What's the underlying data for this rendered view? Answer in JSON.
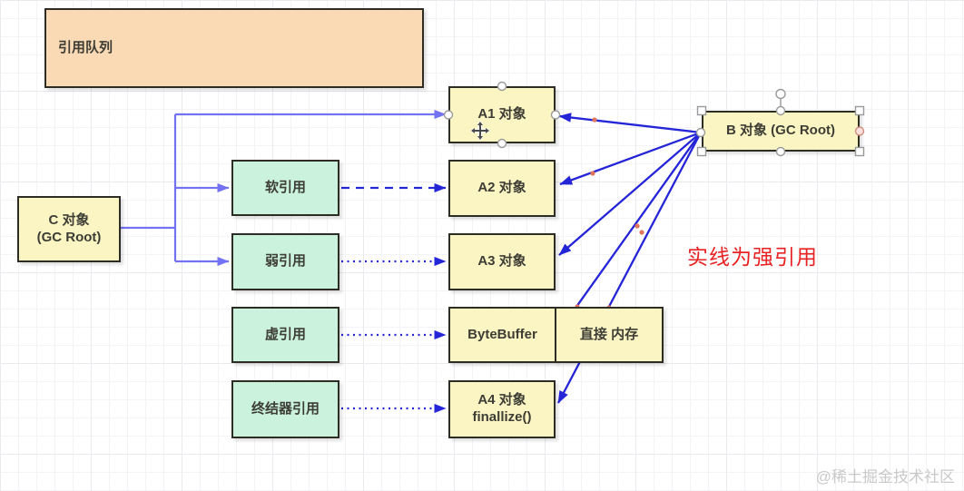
{
  "diagram": {
    "nodes": {
      "reference_queue": {
        "label": "引用队列"
      },
      "c_object": {
        "line1": "C 对象",
        "line2": "(GC Root)"
      },
      "soft_ref": {
        "label": "软引用"
      },
      "weak_ref": {
        "label": "弱引用"
      },
      "phantom_ref": {
        "label": "虚引用"
      },
      "finalizer_ref": {
        "label": "终结器引用"
      },
      "a1": {
        "label": "A1 对象"
      },
      "a2": {
        "label": "A2 对象"
      },
      "a3": {
        "label": "A3 对象"
      },
      "bytebuffer": {
        "label": "ByteBuffer"
      },
      "direct_memory": {
        "label": "直接 内存"
      },
      "a4": {
        "line1": "A4 对象",
        "line2": "finallize()"
      },
      "b_object": {
        "label": "B 对象  (GC Root)"
      }
    },
    "edges": [
      {
        "from": "C 对象 (GC Root)",
        "to": "A1 对象",
        "line": "solid"
      },
      {
        "from": "C 对象 (GC Root)",
        "to": "软引用",
        "line": "solid"
      },
      {
        "from": "C 对象 (GC Root)",
        "to": "弱引用",
        "line": "solid"
      },
      {
        "from": "软引用",
        "to": "A2 对象",
        "line": "dashed"
      },
      {
        "from": "弱引用",
        "to": "A3 对象",
        "line": "dotted"
      },
      {
        "from": "虚引用",
        "to": "ByteBuffer",
        "line": "dotted"
      },
      {
        "from": "终结器引用",
        "to": "A4 对象 finallize()",
        "line": "dotted"
      },
      {
        "from": "B 对象 (GC Root)",
        "to": "A1 对象",
        "line": "solid"
      },
      {
        "from": "B 对象 (GC Root)",
        "to": "A2 对象",
        "line": "solid"
      },
      {
        "from": "B 对象 (GC Root)",
        "to": "A3 对象",
        "line": "solid"
      },
      {
        "from": "B 对象 (GC Root)",
        "to": "直接 内存",
        "line": "solid"
      },
      {
        "from": "B 对象 (GC Root)",
        "to": "A4 对象 finallize()",
        "line": "solid"
      }
    ],
    "annotation": "实线为强引用",
    "colors": {
      "node_yellow": "#faf5c3",
      "node_green": "#caf2dd",
      "node_orange": "#f9dab4",
      "border_dark": "#2d2d26",
      "text_dark": "#3d3d35",
      "arrow_violet": "#7272f2",
      "arrow_blue": "#2525d8",
      "waypoint_dot": "#e0745c",
      "annotation_red": "#e62222",
      "watermark_gray": "#c9c9c9",
      "handle_stroke": "#9a9a9a"
    }
  },
  "watermark": {
    "text": "@稀土掘金技术社区"
  }
}
